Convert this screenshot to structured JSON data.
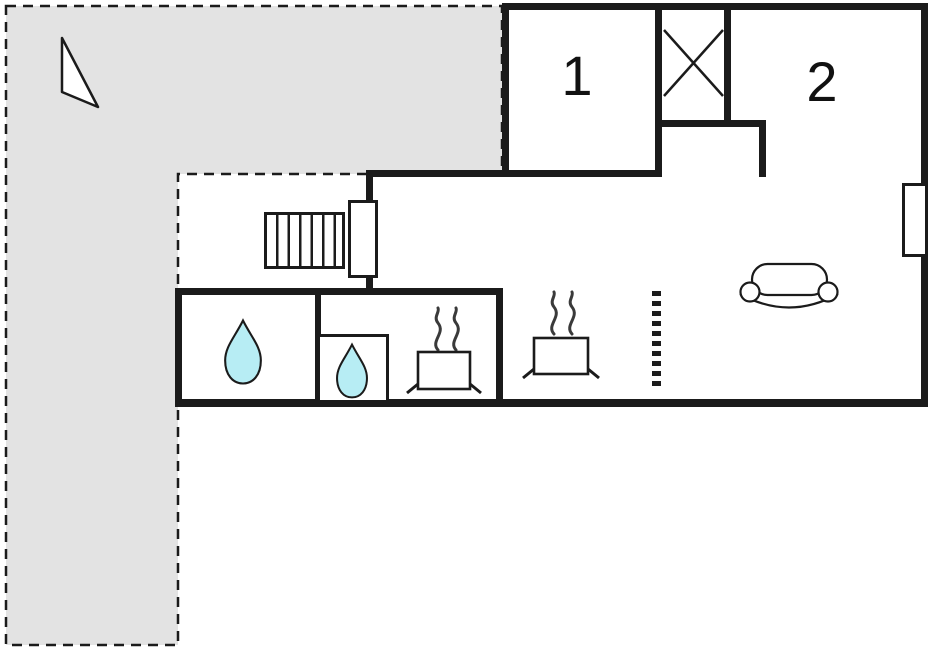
{
  "page": {
    "type": "floor-plan"
  },
  "colors": {
    "wall": "#1b1b1b",
    "terrace": "#e3e3e3",
    "water": "#b7edf4",
    "steam": "#3a3a3a",
    "paper": "#ffffff"
  },
  "rooms": [
    {
      "label": "1"
    },
    {
      "label": "2"
    }
  ],
  "symbols": {
    "north_arrow": "north-arrow",
    "wardrobe": "wardrobe-cross",
    "radiator": "radiator",
    "window_left": "window",
    "window_right": "window",
    "sink_drop": "water-drop",
    "shower_drop": "water-drop",
    "hob_left": "cooking-pot",
    "hob_right": "cooking-pot",
    "sofa": "sofa",
    "opening": "dashed-partition"
  }
}
